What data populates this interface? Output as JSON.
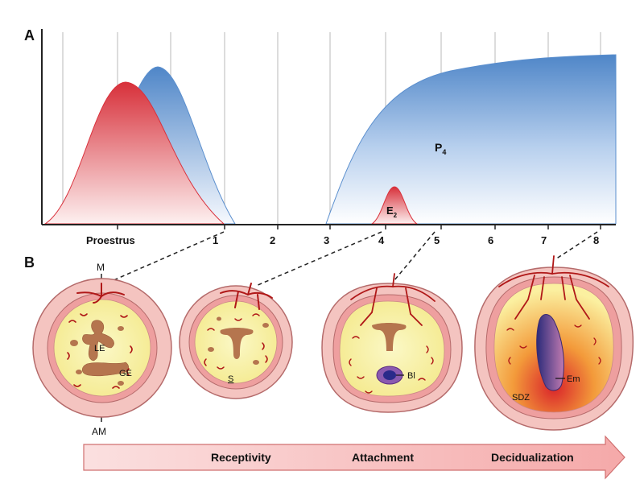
{
  "panel_a": {
    "label": "A",
    "x_ticks": [
      "Proestrus",
      "1",
      "2",
      "3",
      "4",
      "5",
      "6",
      "7",
      "8"
    ],
    "curves": {
      "p4": {
        "label": "P",
        "sub": "4"
      },
      "e2": {
        "label": "E",
        "sub": "2"
      }
    }
  },
  "panel_b": {
    "label": "B",
    "markers": {
      "mesometrial": "M",
      "antimesometrial": "AM"
    },
    "stage1_labels": {
      "le": "LE",
      "ge": "GE"
    },
    "stage2_labels": {
      "s": "S"
    },
    "stage3_labels": {
      "bl": "Bl"
    },
    "stage4_labels": {
      "em": "Em",
      "sdz": "SDZ"
    }
  },
  "phase_arrow": {
    "labels": [
      "Receptivity",
      "Attachment",
      "Decidualization"
    ]
  },
  "colors": {
    "estrogen": "#d9313c",
    "progesterone": "#5b8fce",
    "uterine_wall": "#f2b8b4",
    "stroma": "#f8f2a8",
    "vessel": "#b01818"
  }
}
